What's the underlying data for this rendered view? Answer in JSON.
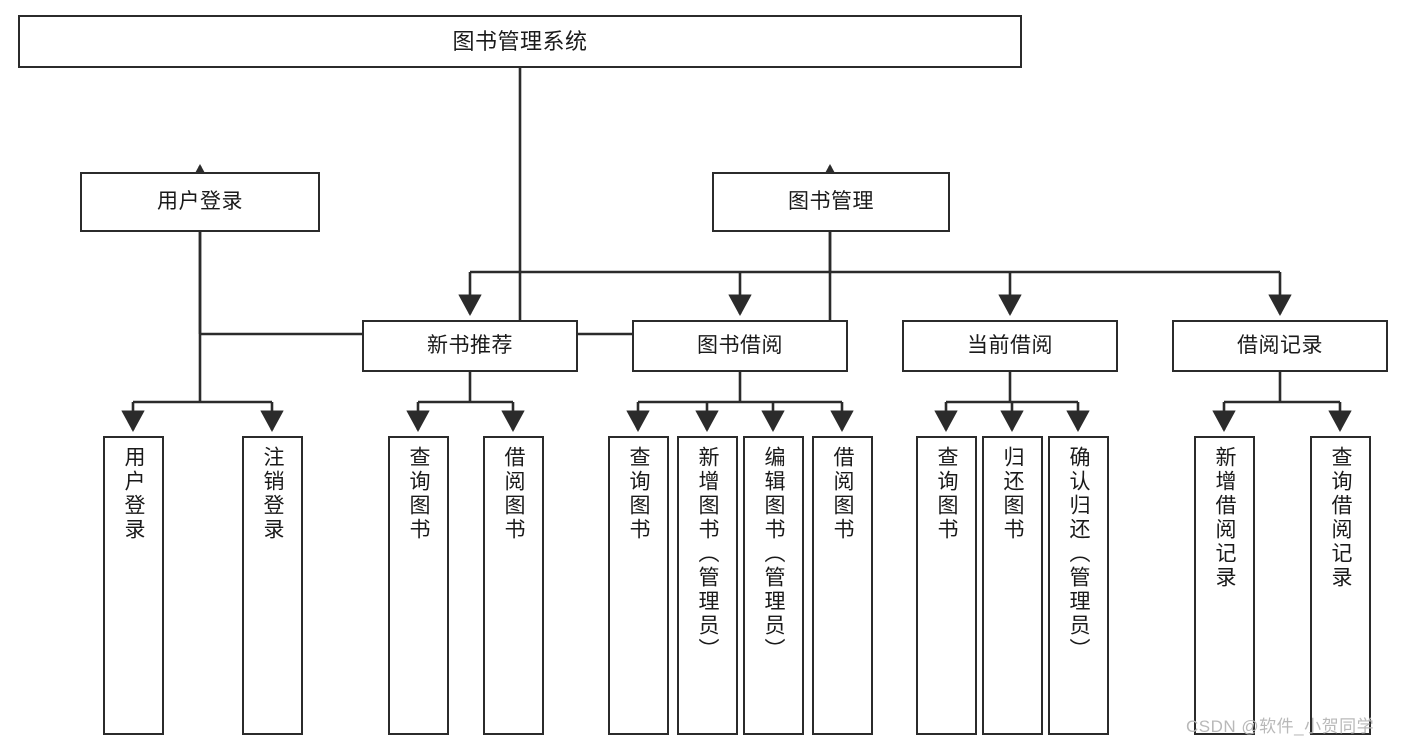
{
  "diagram": {
    "title": "图书管理系统",
    "watermark": "CSDN @软件_小贺同学",
    "colors": {
      "box_border": "#2b2b2b",
      "box_fill": "#ffffff",
      "connector": "#2b2b2b",
      "text": "#1a1a1a",
      "watermark": "#b9b9b9",
      "background": "#ffffff"
    },
    "nodes": {
      "root": "图书管理系统",
      "user_login": "用户登录",
      "book_manage": "图书管理",
      "new_book_rec": "新书推荐",
      "book_borrow": "图书借阅",
      "current_borrow": "当前借阅",
      "borrow_record": "借阅记录",
      "leaf_user_login": "用户登录",
      "leaf_user_logout": "注销登录",
      "leaf_rec_query": "查询图书",
      "leaf_rec_borrow": "借阅图书",
      "leaf_borrow_query": "查询图书",
      "leaf_borrow_add": "新增图书（管理员）",
      "leaf_borrow_edit": "编辑图书（管理员）",
      "leaf_borrow_lend": "借阅图书",
      "leaf_cur_query": "查询图书",
      "leaf_cur_return": "归还图书",
      "leaf_cur_confirm": "确认归还（管理员）",
      "leaf_rec_add": "新增借阅记录",
      "leaf_rec_search": "查询借阅记录"
    }
  }
}
